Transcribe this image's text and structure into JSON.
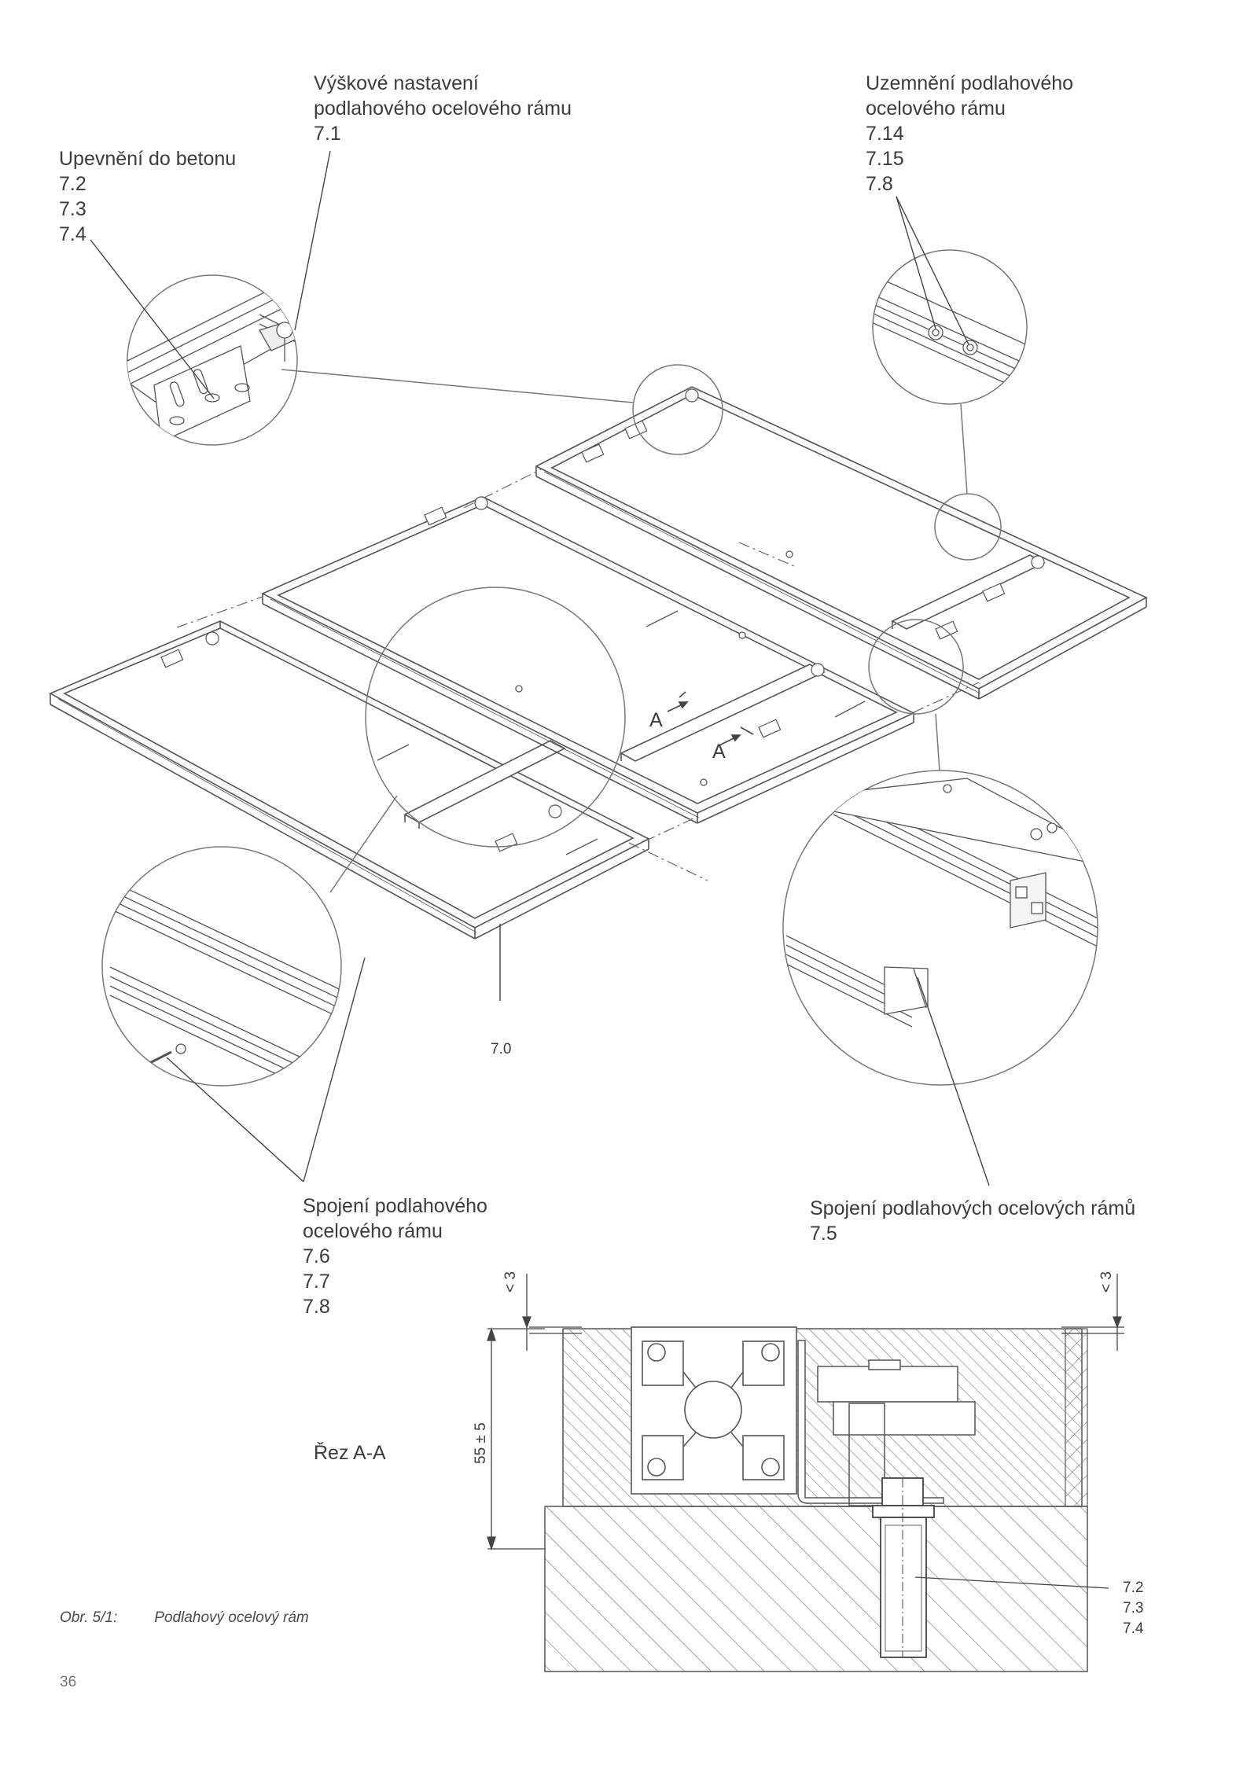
{
  "labels": {
    "height_adjust": {
      "line1": "Výškové nastavení",
      "line2": "podlahového ocelového rámu",
      "ref1": "7.1"
    },
    "concrete_fix": {
      "line1": "Upevnění do betonu",
      "ref1": "7.2",
      "ref2": "7.3",
      "ref3": "7.4"
    },
    "grounding": {
      "line1": "Uzemnění podlahového",
      "line2": "ocelového rámu",
      "ref1": "7.14",
      "ref2": "7.15",
      "ref3": "7.8"
    },
    "frame_joint": {
      "line1": "Spojení podlahového",
      "line2": "ocelového rámu",
      "ref1": "7.6",
      "ref2": "7.7",
      "ref3": "7.8"
    },
    "frames_joint": {
      "line1": "Spojení podlahových ocelových rámů",
      "ref1": "7.5"
    },
    "frame_ref": "7.0",
    "section_marker": "A",
    "section_title": "Řez A-A",
    "dim_gap": "< 3",
    "dim_height": "55 ± 5",
    "section_refs": {
      "ref1": "7.2",
      "ref2": "7.3",
      "ref3": "7.4"
    }
  },
  "caption": {
    "figure": "Obr. 5/1:",
    "title": "Podlahový ocelový rám"
  },
  "page_number": "36"
}
